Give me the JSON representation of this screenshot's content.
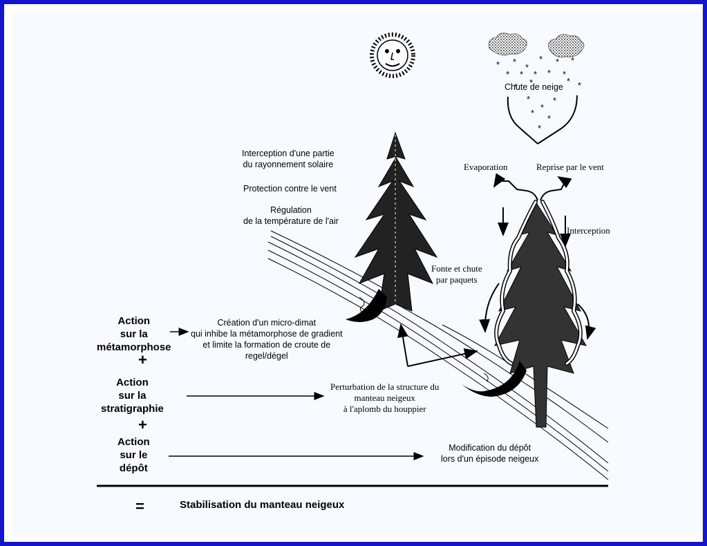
{
  "labels": {
    "chute_de_neige": "Chute de neige",
    "evaporation": "Evaporation",
    "reprise_par_le_vent": "Reprise par le vent",
    "interception_rayonnement": "Interception d'une partie\ndu rayonnement solaire",
    "protection_vent": "Protection contre le vent",
    "regulation_temperature": "Régulation\nde la température de l'air",
    "interception": "Interception",
    "fonte_et_chute": "Fonte et chute\npar paquets",
    "creation_microclimat": "Création d'un micro-dimat\nqui inhibe la métamorphose de gradient\net limite la formation de croute de\nregel/dégel",
    "perturbation_structure": "Perturbation de la structure du\nmanteau neigeux\nà l'aplomb du houppier",
    "modification_depot": "Modification du dépôt\nlors d'un épisode neigeux"
  },
  "actions": {
    "metamorphose": "Action\nsur la\nmétamorphose",
    "stratigraphie": "Action\nsur la\nstratigraphie",
    "depot": "Action\nsur le\ndépôt",
    "plus": "+"
  },
  "result": {
    "equals": "=",
    "label": "Stabilisation  du manteau neigeux"
  },
  "colors": {
    "frame_border": "#1414c8",
    "background": "#f7fbff",
    "ink": "#000000"
  },
  "icons": {
    "sun": "sun-icon",
    "clouds": "cloud-icon",
    "snowflakes": "snowflake-icon",
    "trees": "fir-tree-icon"
  }
}
